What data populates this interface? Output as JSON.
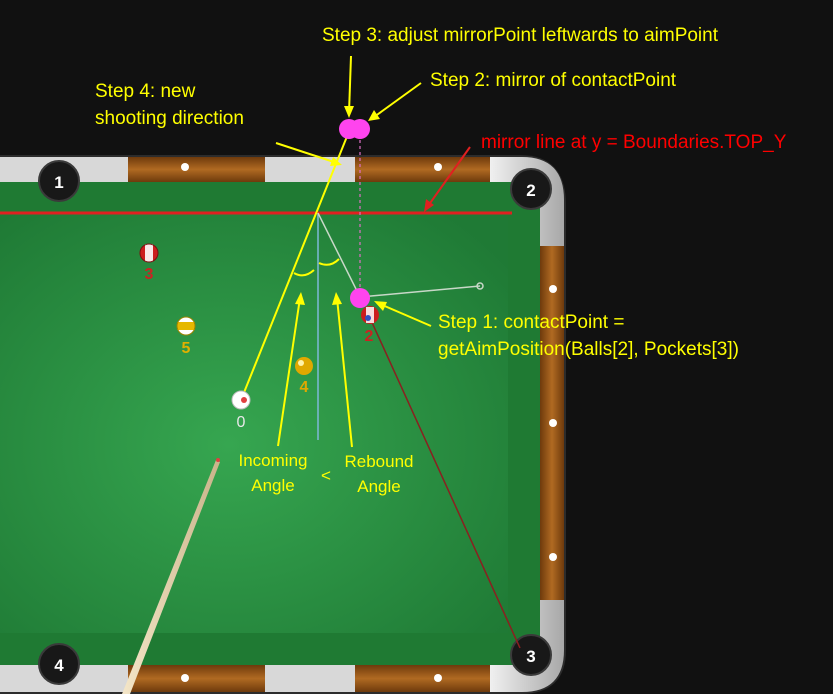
{
  "annotations": {
    "step3": "Step 3: adjust mirrorPoint leftwards to aimPoint",
    "step2": "Step 2: mirror of contactPoint",
    "step4_line1": "Step 4: new",
    "step4_line2": "shooting direction",
    "mirror_line": "mirror line at y = Boundaries.TOP_Y",
    "step1_line1": "Step 1: contactPoint =",
    "step1_line2": "getAimPosition(Balls[2], Pockets[3])",
    "incoming_line1": "Incoming",
    "incoming_line2": "Angle",
    "less_than": "<",
    "rebound_line1": "Rebound",
    "rebound_line2": "Angle"
  },
  "pockets": [
    {
      "label": "1"
    },
    {
      "label": "2"
    },
    {
      "label": "3"
    },
    {
      "label": "4"
    }
  ],
  "balls": [
    {
      "label": "3",
      "color": "#cc1d1d",
      "label_color": "#cc2222",
      "striped": true
    },
    {
      "label": "5",
      "color": "#e6b800",
      "label_color": "#e0b000",
      "striped": true
    },
    {
      "label": "4",
      "color": "#e0a800",
      "label_color": "#e0a800",
      "striped": false
    },
    {
      "label": "0",
      "color": "#ffffff",
      "label_color": "#e8e8e8",
      "striped": false
    },
    {
      "label": "2",
      "color": "#cc1d1d",
      "label_color": "#cc2222",
      "striped": true
    }
  ],
  "colors": {
    "annotation": "#ffff00",
    "mirror_line": "#ff0000",
    "marker": "#ff44ee",
    "felt": "#2f9a48",
    "rail_wood": "#9a5a1a",
    "rail_metal": "#d6d6d6"
  }
}
